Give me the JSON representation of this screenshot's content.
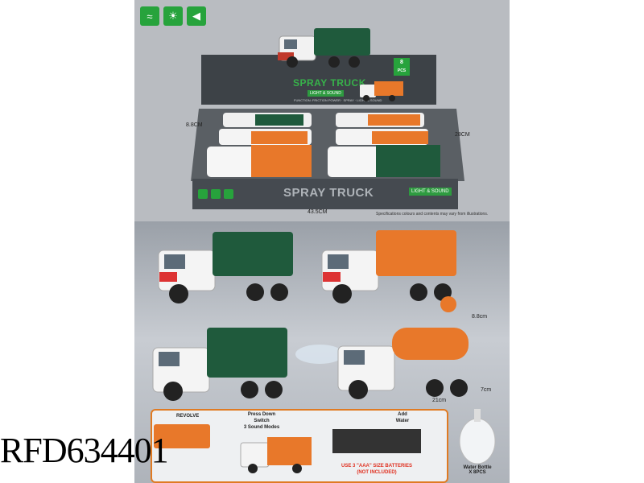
{
  "colors": {
    "accent_green": "#27a33c",
    "truck_green": "#1f5a3c",
    "truck_orange": "#e8782a",
    "box_dark": "#3d4247",
    "sku_text": "#000000"
  },
  "features": {
    "icons": [
      "spray-icon",
      "light-icon",
      "sound-icon"
    ]
  },
  "box": {
    "back_title": "SPRAY TRUCK",
    "back_subtitle": "LIGHT & SOUND",
    "back_desc": "FUNCTION: FRICTION POWER · SPRAY · LIGHT & SOUND",
    "pcs_count": "8",
    "pcs_label": "PCS",
    "front_title": "SPRAY TRUCK",
    "front_badge": "LIGHT & SOUND"
  },
  "dimensions": {
    "height": "8.8CM",
    "depth": "28CM",
    "width": "43.5CM",
    "toy_height": "8.8cm",
    "toy_length": "21cm",
    "toy_width": "7cm"
  },
  "spec_note": "Specifications colours and contents may vary from illustrations.",
  "instructions": {
    "revolve": "REVOLVE",
    "press_down": "Press Down",
    "switch": "Switch",
    "sound_modes": "3 Sound Modes",
    "add_water": "Add",
    "water": "Water",
    "battery_line1": "USE 3 \"AAA\" SIZE BATTERIES",
    "battery_line2": "(NOT INCLUDED)"
  },
  "bottle": {
    "label": "Water Bottle",
    "qty": "X 8PCS"
  },
  "sku": "RFD634401"
}
